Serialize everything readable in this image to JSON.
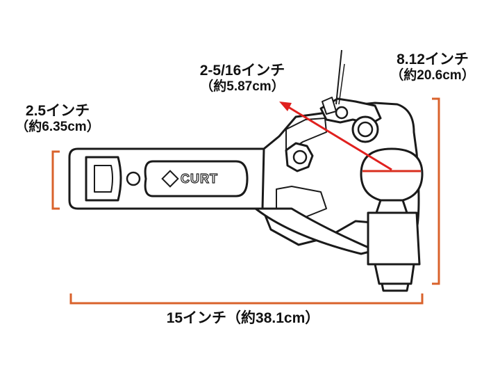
{
  "dimensions": {
    "length": {
      "label": "15インチ（約38.1cm）"
    },
    "shank_height": {
      "label": "2.5インチ",
      "sub": "（約6.35cm）"
    },
    "total_height": {
      "label": "8.12インチ",
      "sub": "（約20.6cm）"
    },
    "ball_diameter": {
      "label": "2-5/16インチ",
      "sub": "（約5.87cm）"
    }
  },
  "logo": {
    "text": "CURT"
  },
  "colors": {
    "dimension_line": "#d9622b",
    "outline": "#1a1a1a",
    "arrow": "#e0201e",
    "fill": "#ffffff"
  }
}
